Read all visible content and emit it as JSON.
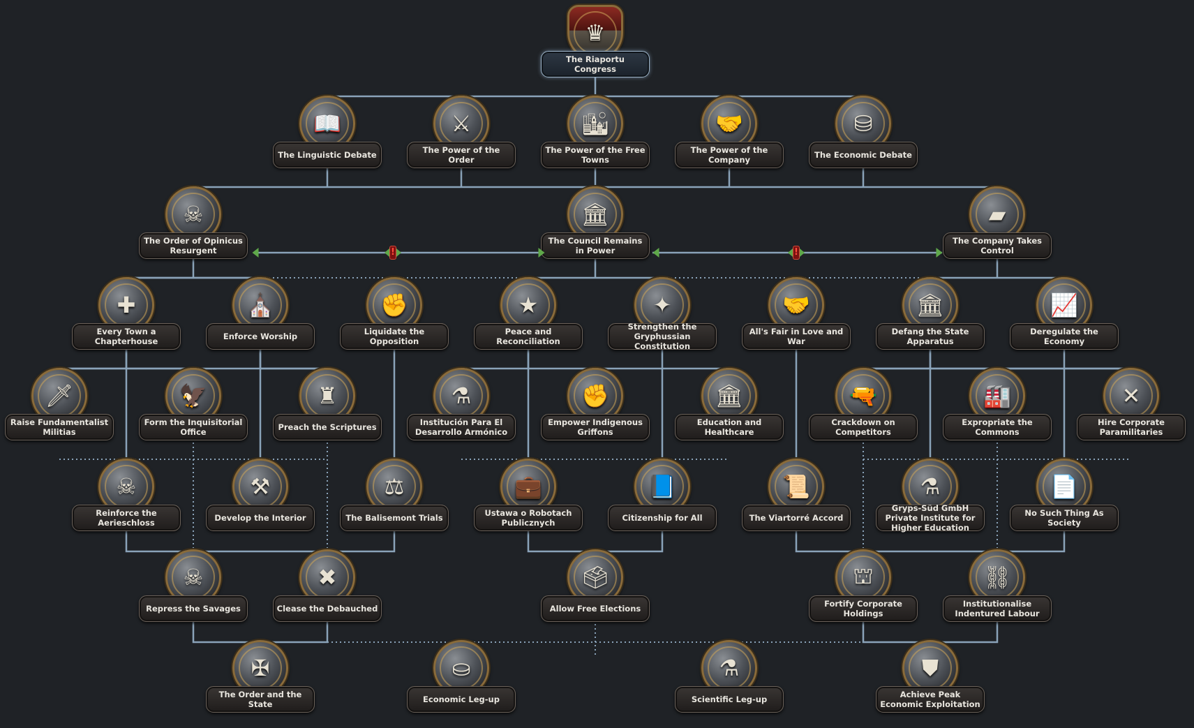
{
  "tree_title": "The Riaportu Congress",
  "colors": {
    "connector": "#8aa3b9",
    "dotted": "#8aa3b9",
    "exclusive": "#5fa84a",
    "warning": "#d12a20"
  },
  "focuses": [
    {
      "id": "f1",
      "label": "The Riaportu Congress",
      "icon": "crown-shield-icon",
      "glyph": "♛",
      "root": true
    },
    {
      "id": "f2",
      "label": "The Linguistic Debate",
      "icon": "book-icon",
      "glyph": "📖"
    },
    {
      "id": "f3",
      "label": "The Power of the Order",
      "icon": "helmet-icon",
      "glyph": "⚔"
    },
    {
      "id": "f4",
      "label": "The Power of the Free Towns",
      "icon": "city-icon",
      "glyph": "🏙"
    },
    {
      "id": "f5",
      "label": "The Power of the Company",
      "icon": "handshake-icon",
      "glyph": "🤝"
    },
    {
      "id": "f6",
      "label": "The Economic Debate",
      "icon": "chest-icon",
      "glyph": "⛁"
    },
    {
      "id": "f7",
      "label": "The Order of Opinicus Resurgent",
      "icon": "skull-icon",
      "glyph": "☠"
    },
    {
      "id": "f8",
      "label": "The Council Remains in Power",
      "icon": "parliament-icon",
      "glyph": "🏛"
    },
    {
      "id": "f9",
      "label": "The Company Takes Control",
      "icon": "gold-bars-icon",
      "glyph": "▰"
    },
    {
      "id": "f10",
      "label": "Every Town a Chapterhouse",
      "icon": "sword-cross-icon",
      "glyph": "✚"
    },
    {
      "id": "f11",
      "label": "Enforce Worship",
      "icon": "cathedral-icon",
      "glyph": "⛪"
    },
    {
      "id": "f12",
      "label": "Liquidate the Opposition",
      "icon": "fist-icon",
      "glyph": "✊"
    },
    {
      "id": "f13",
      "label": "Peace and Reconciliation",
      "icon": "star-handshake-icon",
      "glyph": "★"
    },
    {
      "id": "f14",
      "label": "Strengthen the Gryphussian Constitution",
      "icon": "star-shield-icon",
      "glyph": "✦"
    },
    {
      "id": "f15",
      "label": "All's Fair in Love and War",
      "icon": "deal-icon",
      "glyph": "🤝"
    },
    {
      "id": "f16",
      "label": "Defang the State Apparatus",
      "icon": "government-building-icon",
      "glyph": "🏛"
    },
    {
      "id": "f17",
      "label": "Deregulate the Economy",
      "icon": "chart-icon",
      "glyph": "📈"
    },
    {
      "id": "f18",
      "label": "Raise Fundamentalist Militias",
      "icon": "sword-icon",
      "glyph": "🗡"
    },
    {
      "id": "f19",
      "label": "Form the Inquisitorial Office",
      "icon": "eagle-icon",
      "glyph": "🦅"
    },
    {
      "id": "f20",
      "label": "Preach the Scriptures",
      "icon": "crown-spikes-icon",
      "glyph": "♜"
    },
    {
      "id": "f21",
      "label": "Institución Para El Desarrollo Armónico",
      "icon": "flask-icon",
      "glyph": "⚗"
    },
    {
      "id": "f22",
      "label": "Empower Indigenous Griffons",
      "icon": "raised-fist-icon",
      "glyph": "✊"
    },
    {
      "id": "f23",
      "label": "Education and Healthcare",
      "icon": "columns-icon",
      "glyph": "🏛"
    },
    {
      "id": "f24",
      "label": "Crackdown on Competitors",
      "icon": "pistol-icon",
      "glyph": "🔫"
    },
    {
      "id": "f25",
      "label": "Expropriate the Commons",
      "icon": "factory-icon",
      "glyph": "🏭"
    },
    {
      "id": "f26",
      "label": "Hire Corporate Paramilitaries",
      "icon": "crossed-rifles-icon",
      "glyph": "✕"
    },
    {
      "id": "f27",
      "label": "Reinforce the Aerieschloss",
      "icon": "skull-fort-icon",
      "glyph": "☠"
    },
    {
      "id": "f28",
      "label": "Develop the Interior",
      "icon": "crossed-tools-icon",
      "glyph": "⚒"
    },
    {
      "id": "f29",
      "label": "The Balisemont Trials",
      "icon": "gavel-icon",
      "glyph": "⚖"
    },
    {
      "id": "f30",
      "label": "Ustawa o Robotach Publicznych",
      "icon": "briefcase-icon",
      "glyph": "💼"
    },
    {
      "id": "f31",
      "label": "Citizenship for All",
      "icon": "passport-icon",
      "glyph": "📘"
    },
    {
      "id": "f32",
      "label": "The Viartorré Accord",
      "icon": "scroll-icon",
      "glyph": "📜"
    },
    {
      "id": "f33",
      "label": "Gryps-Süd GmbH Private Institute for Higher Education",
      "icon": "beaker-icon",
      "glyph": "⚗"
    },
    {
      "id": "f34",
      "label": "No Such Thing As Society",
      "icon": "paper-icon",
      "glyph": "📄"
    },
    {
      "id": "f35",
      "label": "Repress the Savages",
      "icon": "skull-hat-icon",
      "glyph": "☠"
    },
    {
      "id": "f36",
      "label": "Clease the Debauched",
      "icon": "smashed-icon",
      "glyph": "✖"
    },
    {
      "id": "f37",
      "label": "Allow Free Elections",
      "icon": "ballot-box-icon",
      "glyph": "🗳"
    },
    {
      "id": "f38",
      "label": "Fortify Corporate Holdings",
      "icon": "turret-icon",
      "glyph": "⛫"
    },
    {
      "id": "f39",
      "label": "Institutionalise Indentured Labour",
      "icon": "chained-skull-icon",
      "glyph": "⛓"
    },
    {
      "id": "f40",
      "label": "The Order and the State",
      "icon": "eagle-emblem-icon",
      "glyph": "✠"
    },
    {
      "id": "f41",
      "label": "Economic Leg-up",
      "icon": "coins-icon",
      "glyph": "⛀"
    },
    {
      "id": "f42",
      "label": "Scientific Leg-up",
      "icon": "flask-blue-icon",
      "glyph": "⚗"
    },
    {
      "id": "f43",
      "label": "Achieve Peak Economic Exploitation",
      "icon": "gold-shield-icon",
      "glyph": "⛊"
    }
  ],
  "mutual_exclusive": [
    {
      "id": "x1",
      "icon": "exclusive-warning-icon",
      "text": "!"
    },
    {
      "id": "x2",
      "icon": "exclusive-warning-icon",
      "text": "!"
    }
  ]
}
